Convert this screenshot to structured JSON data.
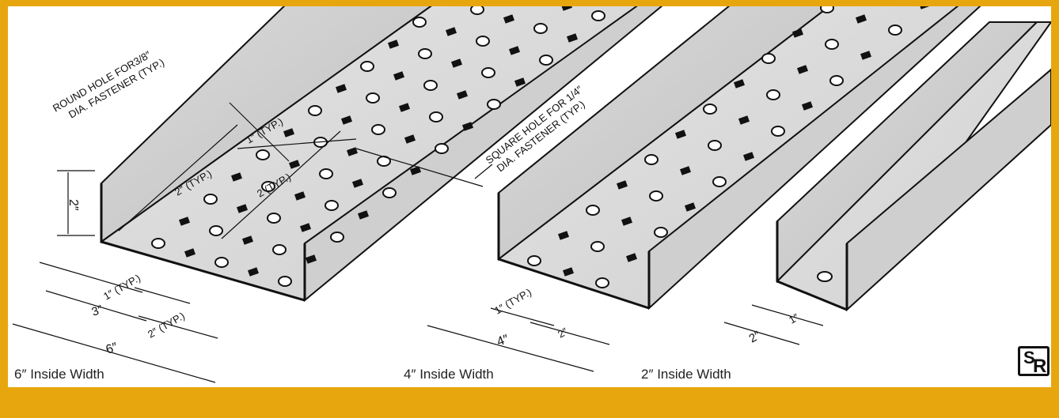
{
  "panels": [
    {
      "caption": "6″ Inside Width",
      "dims": {
        "height": "2″",
        "round_hole_note_1": "ROUND HOLE FOR3/8″",
        "round_hole_note_2": "DIA. FASTENER (TYP.)",
        "spacing_1": "1″ (TYP.)",
        "spacing_2a": "2″ (TYP.)",
        "spacing_2b": "2 (TYP.)",
        "bottom_1": "1″ (TYP.)",
        "bottom_3": "3″",
        "bottom_2": "2″ (TYP.)",
        "width_6": "6″"
      },
      "square_hole_note_1": "SQUARE HOLE FOR 1/4″",
      "square_hole_note_2": "DIA. FASTENER (TYP.)"
    },
    {
      "caption": "4″ Inside Width",
      "dims": {
        "bottom_1": "1″ (TYP.)",
        "bottom_2": "2″",
        "width_4": "4″"
      }
    },
    {
      "caption": "2″ Inside Width",
      "dims": {
        "bottom_1": "1″",
        "width_2": "2″"
      }
    }
  ],
  "logo": {
    "letter_1": "S",
    "letter_2": "R"
  }
}
